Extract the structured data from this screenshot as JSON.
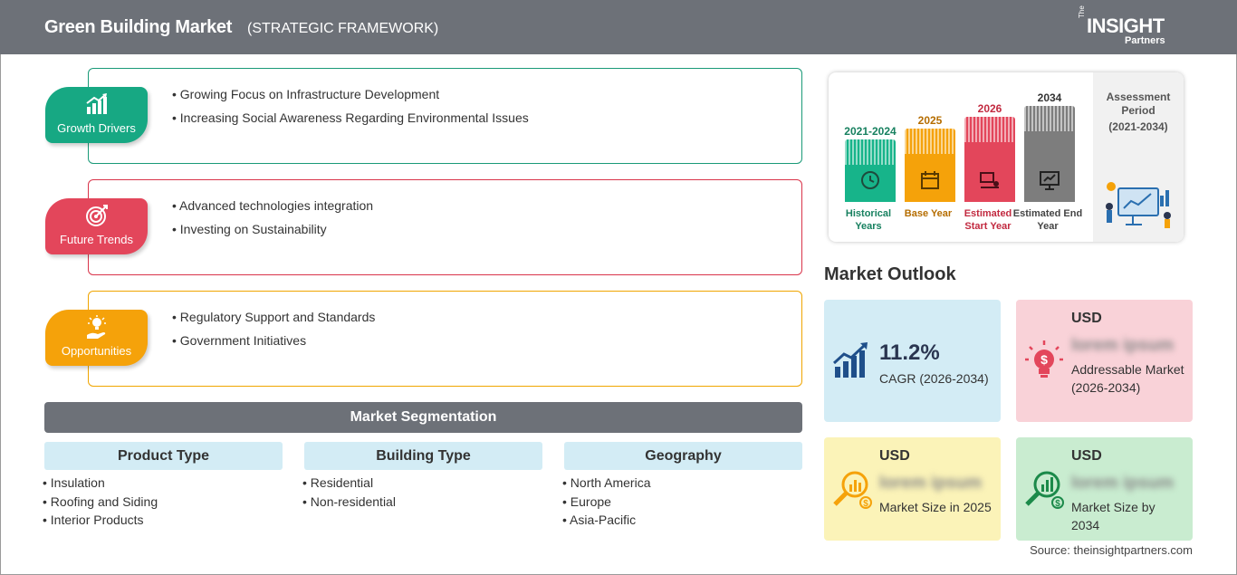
{
  "header": {
    "title": "Green Building Market",
    "subtitle": "(STRATEGIC FRAMEWORK)",
    "logo_the": "The",
    "logo_main": "INSIGHT",
    "logo_partners": "Partners"
  },
  "framework": [
    {
      "label": "Growth Drivers",
      "color": "#17a883",
      "icon": "growth-chart-icon",
      "points": [
        "Growing Focus on Infrastructure Development",
        "Increasing Social Awareness Regarding Environmental Issues"
      ]
    },
    {
      "label": "Future Trends",
      "color": "#e3465b",
      "icon": "target-icon",
      "points": [
        "Advanced technologies integration",
        "Investing on Sustainability"
      ]
    },
    {
      "label": "Opportunities",
      "color": "#f5a20a",
      "icon": "lightbulb-hand-icon",
      "points": [
        "Regulatory Support and Standards",
        "Government Initiatives"
      ]
    }
  ],
  "segmentation": {
    "title": "Market Segmentation",
    "columns": [
      {
        "heading": "Product Type",
        "items": [
          "Insulation",
          "Roofing and Siding",
          "Interior Products"
        ]
      },
      {
        "heading": "Building Type",
        "items": [
          "Residential",
          "Non-residential"
        ]
      },
      {
        "heading": "Geography",
        "items": [
          "North America",
          "Europe",
          "Asia-Pacific"
        ]
      }
    ]
  },
  "timeline": {
    "columns": [
      {
        "year": "2021-2024",
        "caption": "Historical Years",
        "color": "#17b48a",
        "level": 0.55
      },
      {
        "year": "2025",
        "caption": "Base Year",
        "color": "#f5a20a",
        "level": 0.65
      },
      {
        "year": "2026",
        "caption": "Estimated Start Year",
        "color": "#e3465b",
        "level": 0.75
      },
      {
        "year": "2034",
        "caption": "Estimated End Year",
        "color": "#7d7d7d",
        "level": 0.85
      }
    ],
    "assessment_label": "Assessment Period",
    "assessment_period": "(2021-2034)"
  },
  "outlook": {
    "title": "Market Outlook",
    "cagr_value": "11.2%",
    "cagr_label": "CAGR (2026-2034)",
    "addressable": {
      "currency": "USD",
      "value": "lorem ipsum",
      "label": "Addressable Market (2026-2034)"
    },
    "size_2025": {
      "currency": "USD",
      "value": "lorem ipsum",
      "label": "Market Size in 2025"
    },
    "size_2034": {
      "currency": "USD",
      "value": "lorem ipsum",
      "label": "Market Size by 2034"
    }
  },
  "source": "Source: theinsightpartners.com"
}
